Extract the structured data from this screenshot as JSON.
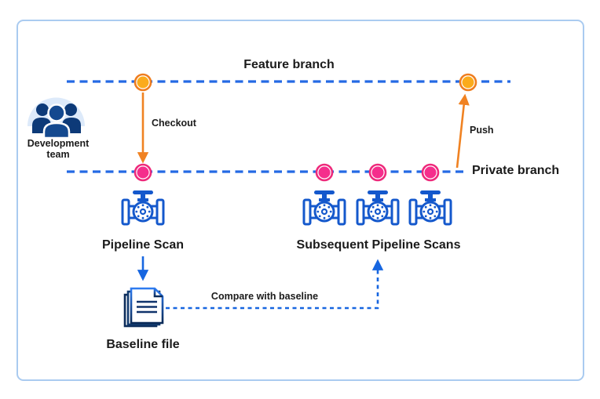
{
  "labels": {
    "feature_branch": "Feature branch",
    "private_branch": "Private branch",
    "checkout": "Checkout",
    "push": "Push",
    "development_team": "Development\nteam",
    "pipeline_scan": "Pipeline Scan",
    "subsequent_pipeline_scans": "Subsequent Pipeline Scans",
    "compare_with_baseline": "Compare with baseline",
    "baseline_file": "Baseline file"
  },
  "icons": {
    "development_team": "team-icon",
    "pipeline_scan": "valve-icon",
    "subsequent_scans": "valve-icon",
    "baseline_file": "document-stack-icon"
  },
  "counts": {
    "feature_branch_commits": 2,
    "private_branch_commits": 4,
    "pipeline_scan_icons": 4
  },
  "colors": {
    "branch_line_blue": "#2469e4",
    "arrow_blue": "#1766e0",
    "arrow_orange": "#f08222",
    "valve_blue": "#1458cc",
    "orange_commit_ring": "#ef7d1f",
    "orange_commit_fill": "#fbab1c",
    "pink_commit_ring": "#ee2a7b",
    "pink_commit_fill": "#f52e8c",
    "team_navy": "#14498f",
    "team_navy_dark": "#0d3a78",
    "team_halo": "#ddeafa",
    "frame_border": "#aacbf0",
    "label_text": "#1b1b1b"
  }
}
